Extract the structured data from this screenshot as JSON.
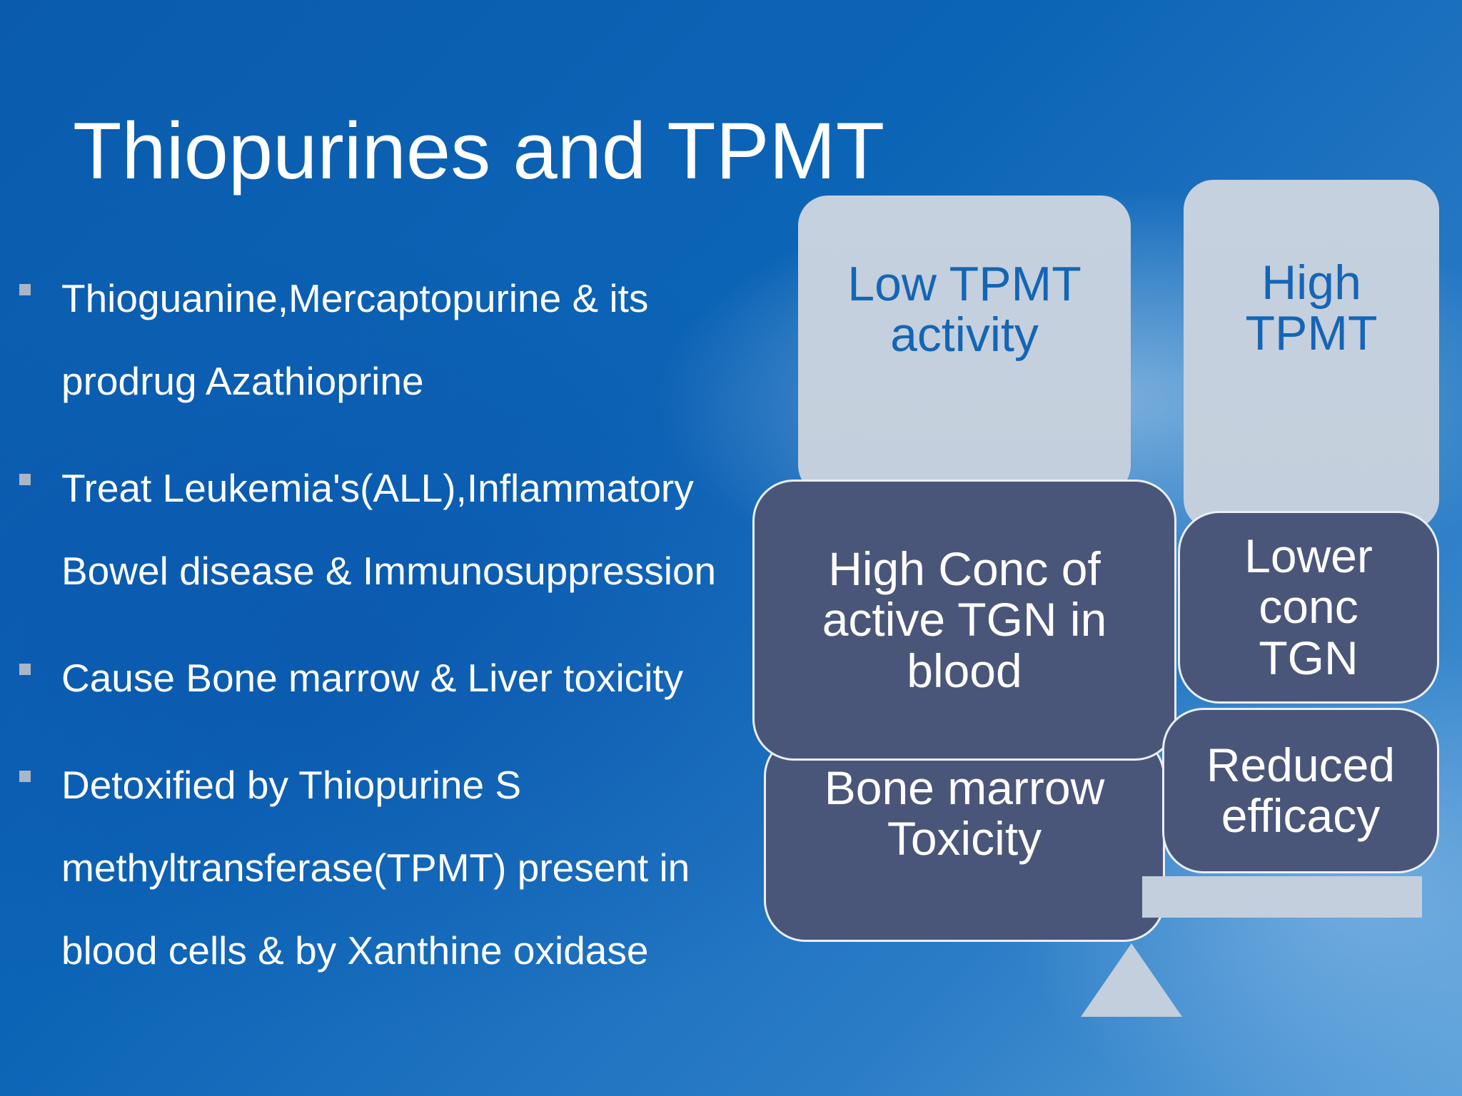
{
  "slide": {
    "title": "Thiopurines and TPMT",
    "bullets": [
      "Thioguanine,Mercaptopurine & its\nprodrug Azathioprine",
      "Treat Leukemia's(ALL),Inflammatory\nBowel disease & Immunosuppression",
      "Cause Bone marrow & Liver toxicity",
      "Detoxified by Thiopurine S\nmethyltransferase(TPMT) present in\nblood cells & by Xanthine oxidase"
    ]
  },
  "diagram": {
    "low_tpmt_label": "Low TPMT\nactivity",
    "high_tpmt_label": "High\nTPMT",
    "high_conc_label": "High Conc of\nactive TGN in\nblood",
    "bone_marrow_label": "Bone marrow\nToxicity",
    "lower_conc_label": "Lower\nconc\nTGN",
    "reduced_efficacy_label": "Reduced\nefficacy",
    "colors": {
      "light_box": "#c3cfdc",
      "light_box_text": "#1565b5",
      "dark_box": "#4a5679",
      "dark_box_border": "#e8eef6"
    }
  }
}
